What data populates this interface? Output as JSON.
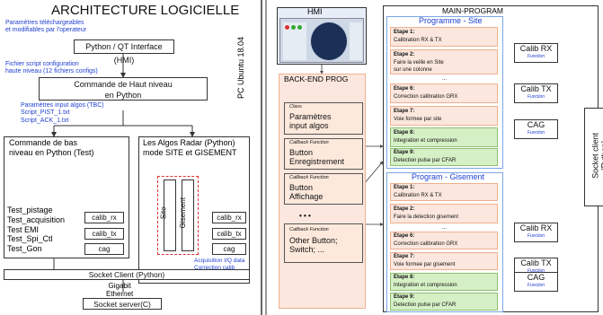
{
  "left": {
    "title": "ARCHITECTURE LOGICIELLE",
    "note_params": "Paramètres téléchargeables\net modifiables par l'operateur",
    "python_qt": "Python / QT Interface (HMI)",
    "note_script": "Fichier script configuration\nhaute niveau (12 fichiers configs)",
    "cmd_haut": "Commande de Haut niveau\nen Python",
    "note_input": "Paramètres input algos (TBC)\nScript_PIST_1.txt\nScript_ACK_1.txt",
    "cmd_bas": "Commande de bas\nniveau en Python (Test)",
    "algos": "Les Algos Radar (Python)\nmode SITE et GISEMENT",
    "tests": [
      "Test_pistage",
      "Test_acquisition",
      "Test EMI",
      "Test_Spi_Ctl",
      "Test_Gon"
    ],
    "calibs_left": [
      "calib_rx",
      "calib_tx",
      "cag"
    ],
    "calibs_right": [
      "calib_rx",
      "calib_tx",
      "cag"
    ],
    "site": "Site",
    "gisement": "Gisement",
    "note_acq": "Acquisition I/Q data\nCorrection calib\nLFM generation...",
    "socket_client": "Socket Client (Python)",
    "gigabit": "Gigabit\nEthernet",
    "socket_server": "Socket server(C)"
  },
  "middle": {
    "pc_label": "PC Ubuntu 18.04",
    "hmi_title": "HMI",
    "backend_title": "BACK-END PROG",
    "cards": [
      {
        "kind": "Class",
        "text": "Paramètres\ninput algos"
      },
      {
        "kind": "Callback Function",
        "text": "Button\nEnregistrement"
      },
      {
        "kind": "Callback Function",
        "text": "Button\nAffichage"
      },
      {
        "kind": "Callback Function",
        "text": "Other Button;\nSwitch; ..."
      }
    ],
    "ellipsis": "• • •"
  },
  "right": {
    "main_title": "MAIN-PROGRAM",
    "site_title": "Programme - Site",
    "site_steps": [
      {
        "label": "Etape 1:",
        "text": "Calibration RX & TX",
        "green": false
      },
      {
        "label": "Etape 2:",
        "text": "Faire la veille en Site\nsur une colonne",
        "green": false
      },
      {
        "label": "Etape 6:",
        "text": "Correction calibration GRX",
        "green": false
      },
      {
        "label": "Etape 7:",
        "text": "Voie formee par site",
        "green": false
      },
      {
        "label": "Etape 8:",
        "text": "Integration et compression",
        "green": true
      },
      {
        "label": "Etape 9:",
        "text": "Detection pulse par CFAR",
        "green": true
      }
    ],
    "gis_title": "Program - Gisement",
    "gis_steps": [
      {
        "label": "Etape 1:",
        "text": "Calibration RX & TX",
        "green": false
      },
      {
        "label": "Etape 2:",
        "text": "Faire la detection gisement",
        "green": false
      },
      {
        "label": "Etape 6:",
        "text": "Correction calibration GRX",
        "green": false
      },
      {
        "label": "Etape 7:",
        "text": "Voie formee par gisement",
        "green": false
      },
      {
        "label": "Etape 8:",
        "text": "Integration et compression",
        "green": true
      },
      {
        "label": "Etape 9:",
        "text": "Detection pulse par CFAR",
        "green": true
      }
    ],
    "dots": "...",
    "calib_blocks": [
      "Calib RX",
      "Calib TX",
      "CAG",
      "Calib RX",
      "Calib TX",
      "CAG"
    ],
    "function_label": "Function",
    "socket_client": "Socket client\n(Python)"
  },
  "colors": {
    "blue_text": "#1f3fd0",
    "orange_fill": "#fbe7dd",
    "orange_border": "#f0b090",
    "green_fill": "#d6f0c6",
    "blue_border": "#7aa7e6"
  }
}
